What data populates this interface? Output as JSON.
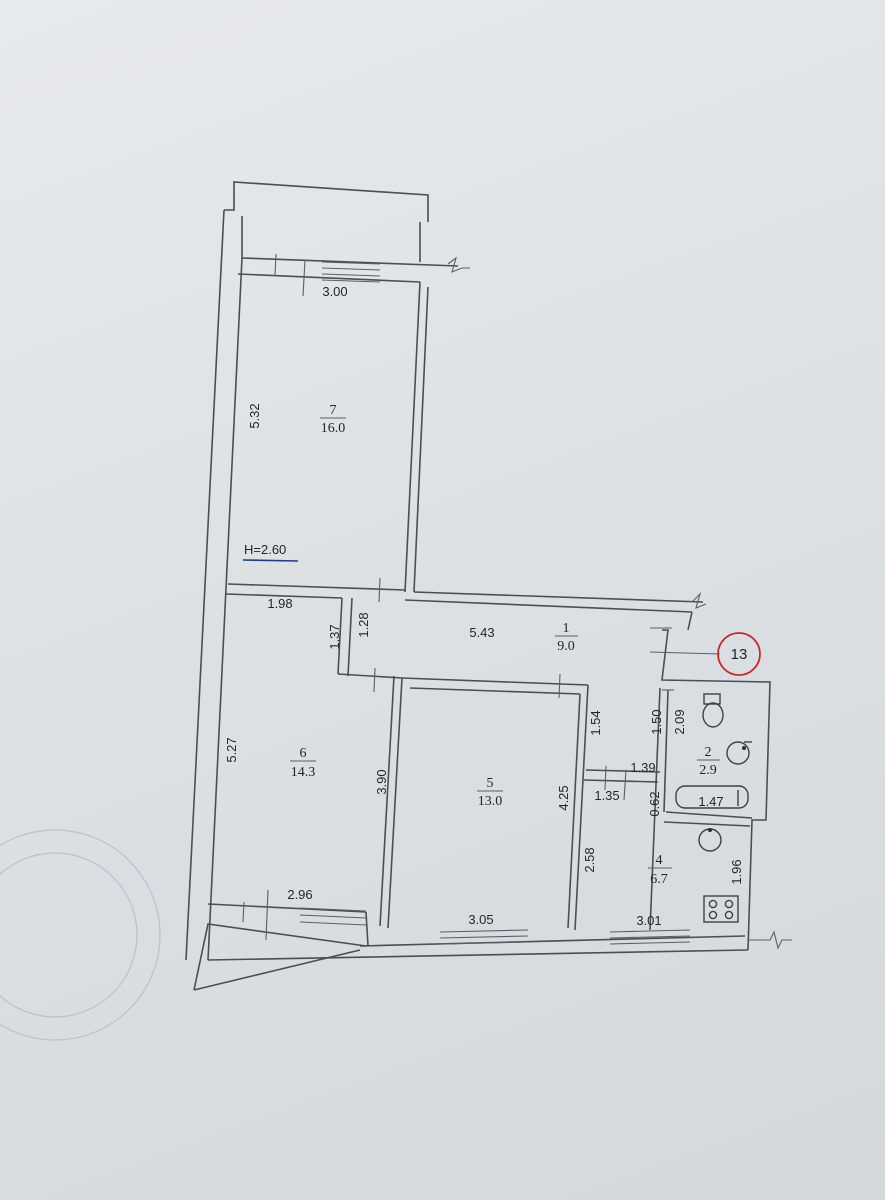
{
  "plan": {
    "ceiling_height": "H=2.60",
    "apartment_number": "13",
    "apartment_marker_color": "#c62828",
    "rooms": [
      {
        "number": "7",
        "area": "16.0"
      },
      {
        "number": "6",
        "area": "14.3"
      },
      {
        "number": "1",
        "area": "9.0"
      },
      {
        "number": "5",
        "area": "13.0"
      },
      {
        "number": "2",
        "area": "2.9"
      },
      {
        "number": "4",
        "area": "6.7"
      }
    ],
    "dimensions": {
      "r7_width": "3.00",
      "r7_length": "5.32",
      "r6_top": "1.98",
      "r6_length": "5.27",
      "r6_inner": "3.90",
      "r6_bottom": "2.96",
      "opening_a": "1.37",
      "opening_b": "1.28",
      "hall_length": "5.43",
      "hall_side": "1.54",
      "r5_right": "4.25",
      "r5_bottom": "3.05",
      "bath_left": "1.50",
      "bath_right": "2.09",
      "bath_bottom": "1.39",
      "bath_width": "1.47",
      "corr_width": "1.35",
      "corr_gap": "0.62",
      "kitchen_left": "2.58",
      "kitchen_right": "1.96",
      "kitchen_bottom": "3.01"
    }
  }
}
